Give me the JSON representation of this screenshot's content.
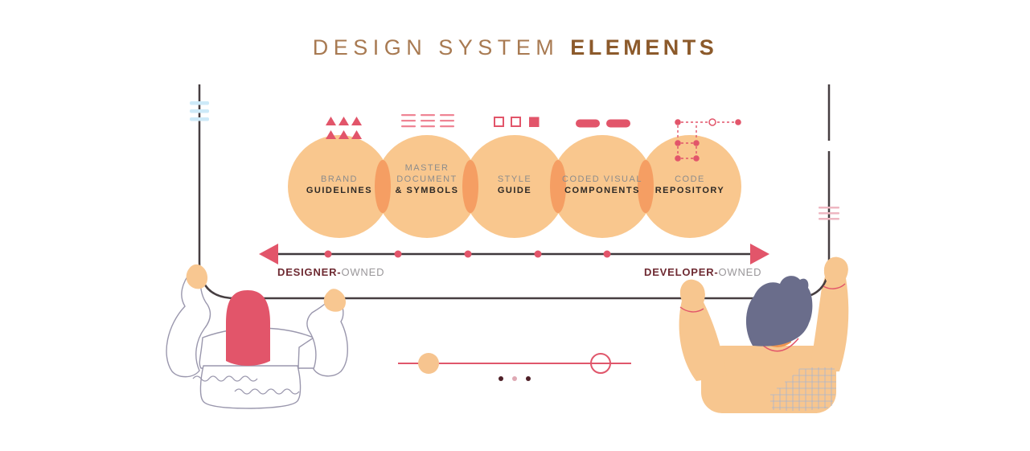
{
  "title": {
    "regular": "DESIGN SYSTEM",
    "bold": "ELEMENTS"
  },
  "venn": {
    "circles": [
      {
        "name": "brand-guidelines",
        "icon": "triangles-icon",
        "gray_lines": [
          "BRAND"
        ],
        "bold_line": "GUIDELINES"
      },
      {
        "name": "master-document-symbols",
        "icon": "menu-lines-icon",
        "gray_lines": [
          "MASTER",
          "DOCUMENT"
        ],
        "bold_line": "& SYMBOLS"
      },
      {
        "name": "style-guide",
        "icon": "squares-icon",
        "gray_lines": [
          "STYLE"
        ],
        "bold_line": "GUIDE"
      },
      {
        "name": "coded-visual-components",
        "icon": "pills-icon",
        "gray_lines": [
          "CODED VISUAL"
        ],
        "bold_line": "COMPONENTS"
      },
      {
        "name": "code-repository",
        "icon": "vector-nodes-icon",
        "gray_lines": [
          "CODE"
        ],
        "bold_line": "REPOSITORY"
      }
    ]
  },
  "axis": {
    "left_bold": "DESIGNER-",
    "left_rest": "OWNED",
    "right_bold": "DEVELOPER-",
    "right_rest": "OWNED",
    "dot_count": 5
  },
  "figures": {
    "left": "designer-figure-holding-frame",
    "right": "developer-figure-holding-frame"
  },
  "colors": {
    "background": "#ffffff",
    "circle_fill": "#f9c78e",
    "circle_overlap": "#f59e63",
    "accent_rose": "#e2556a",
    "accent_rose_light": "#ef8494",
    "title_regular": "#a87a52",
    "title_bold": "#8c5a2b",
    "label_gray": "#8c8c8c",
    "label_dark": "#2d2926",
    "arrow_line": "#3f393c",
    "owned_maroon": "#6e2a32",
    "owned_gray": "#9a979a",
    "frame_line": "#463e41",
    "skin": "#f8c791",
    "sweater_peach": "#f7c68f",
    "hair_rose": "#e2556a",
    "hair_slate": "#6a6d8b",
    "neck_orange": "#ef9550",
    "outline_lavender": "#9a97ad",
    "tick_blue": "#cdeaf8",
    "tick_pink": "#eeb7c2",
    "ornament_dot_dark": "#4f2028",
    "ornament_dot_light": "#dfa9b4"
  }
}
